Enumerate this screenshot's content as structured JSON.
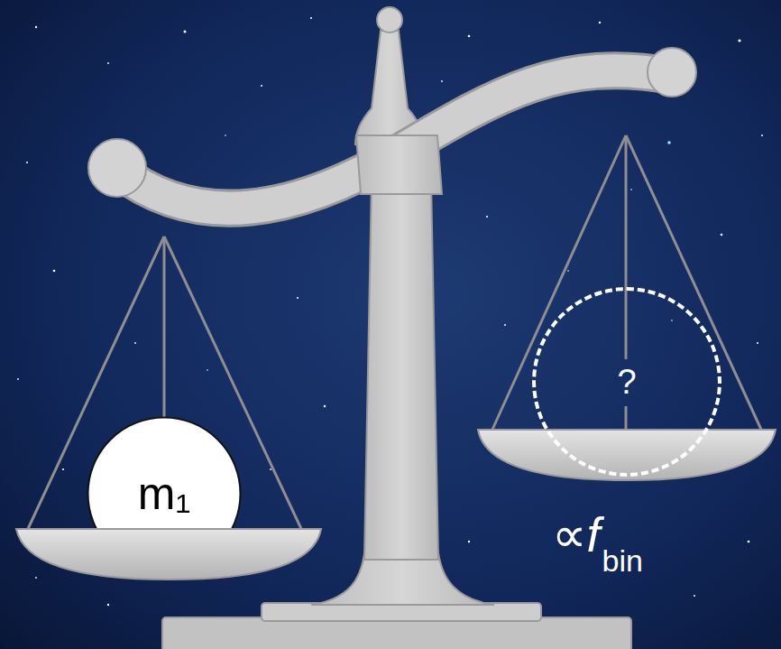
{
  "diagram": {
    "nodes": [
      {
        "text": [
          "m₁"
        ]
      },
      {
        "text": [
          "?"
        ]
      }
    ],
    "labels": [
      "∝f",
      "bin"
    ]
  }
}
